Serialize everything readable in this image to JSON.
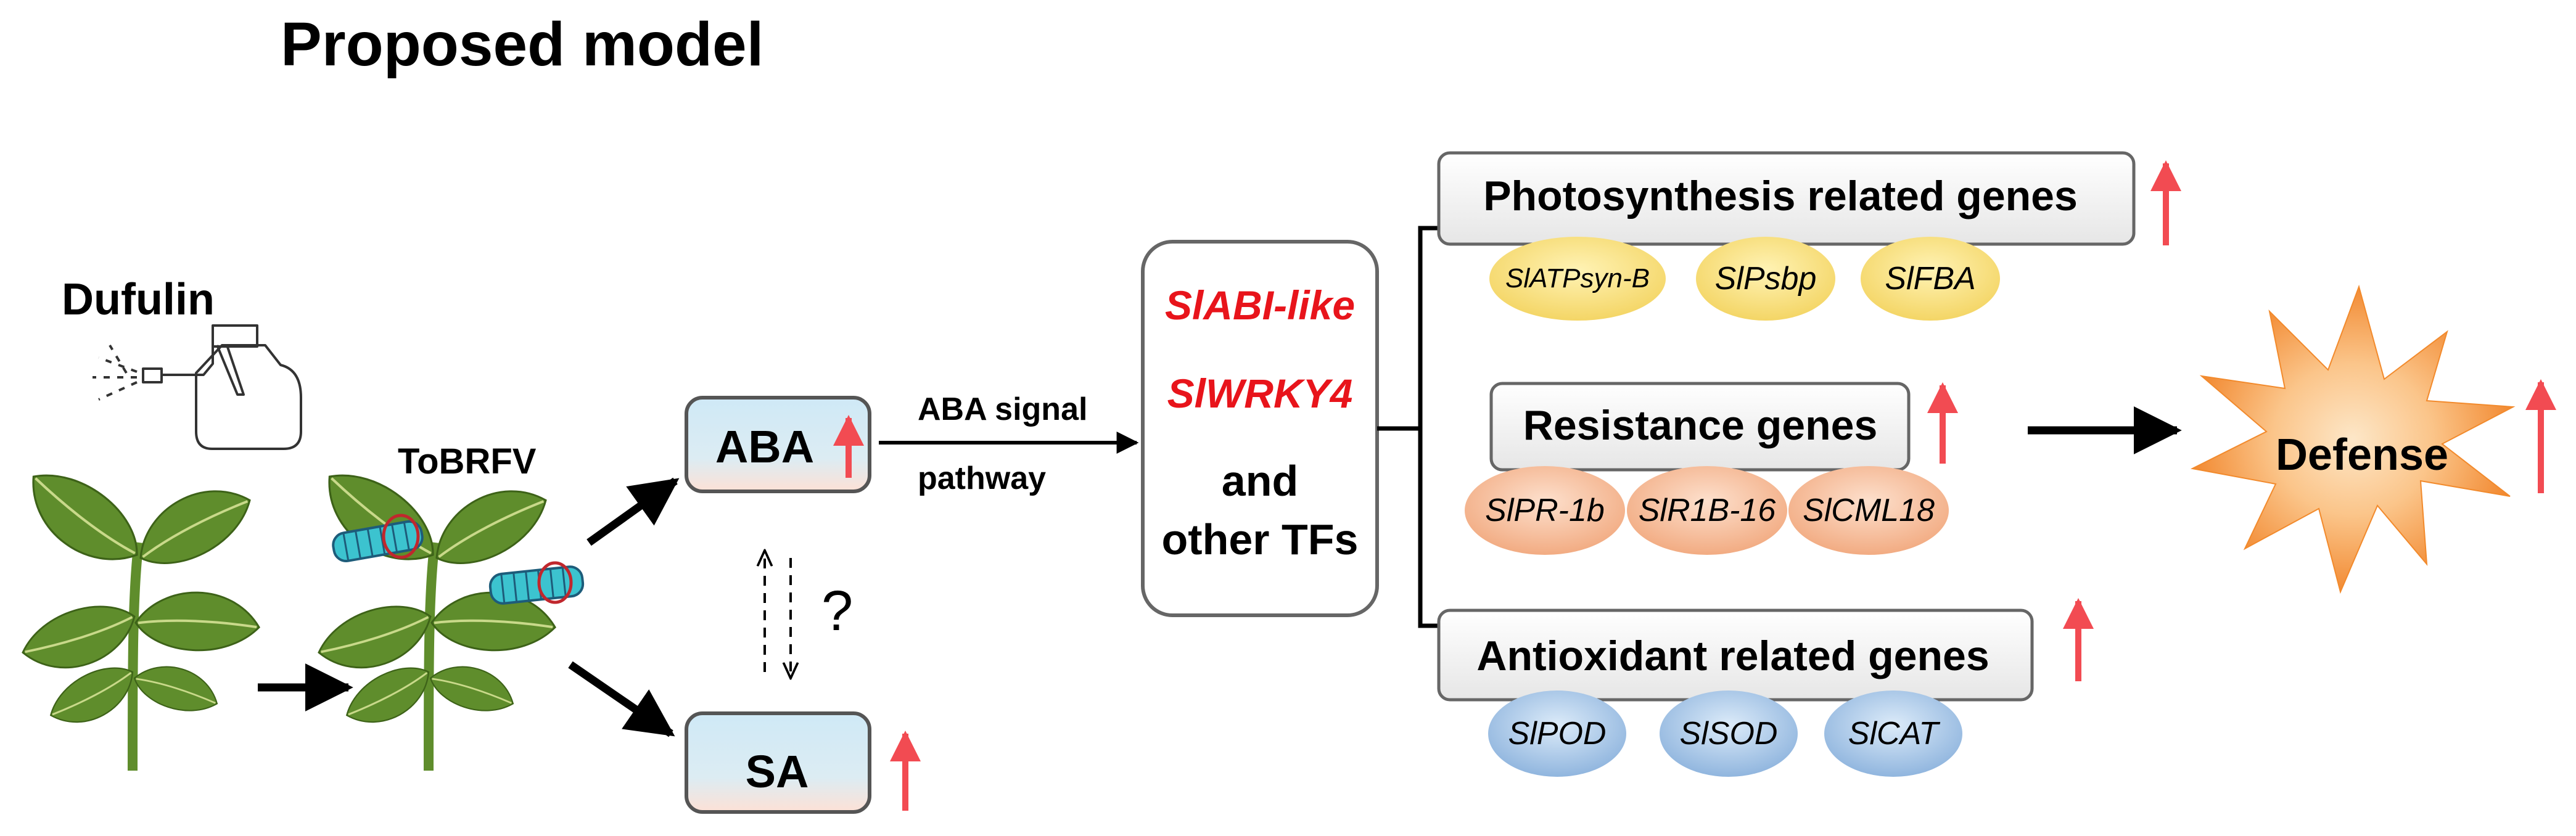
{
  "title": "Proposed  model",
  "treatment": "Dufulin",
  "virus": "ToBRFV",
  "hormones": {
    "aba": "ABA",
    "sa": "SA",
    "unknown": "?"
  },
  "pathway": {
    "line1": "ABA signal",
    "line2": "pathway"
  },
  "tfs": {
    "tf1": "SlABI-like",
    "tf2": "SlWRKY4",
    "line3": "and",
    "line4": "other TFs"
  },
  "groups": [
    {
      "title": "Photosynthesis related genes",
      "genes": [
        "SlATPsyn-B",
        "SlPsbp",
        "SlFBA"
      ]
    },
    {
      "title": "Resistance genes",
      "genes": [
        "SlPR-1b",
        "SlR1B-16",
        "SlCML18"
      ]
    },
    {
      "title": "Antioxidant related genes",
      "genes": [
        "SlPOD",
        "SlSOD",
        "SlCAT"
      ]
    }
  ],
  "outcome": "Defense",
  "colors": {
    "up_arrow": "#f24b52",
    "photosynthesis_oval": "#f3d35f",
    "resistance_oval": "#f1a77c",
    "antioxidant_oval": "#8ab1dc",
    "burst_outer": "#f28a2c",
    "burst_inner": "#fbd6a6",
    "tf_highlight": "#e8141b",
    "leaf": "#5f8d2c"
  }
}
